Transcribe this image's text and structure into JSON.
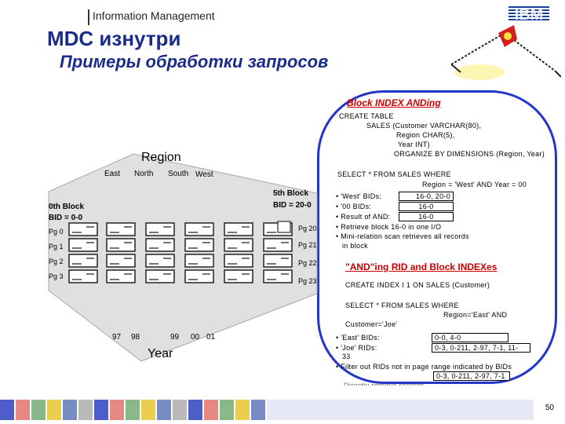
{
  "header": {
    "section_label": "Information Management",
    "logo_text": "IBM",
    "title": "MDC изнутри",
    "subtitle": "Примеры обработки запросов"
  },
  "block_index_anding": {
    "heading": "Block INDEX ANDing",
    "create_table_lines": [
      "CREATE TABLE",
      "SALES (Customer VARCHAR(80),",
      "Region CHAR(5),",
      "Year INT)",
      "ORGANIZE BY DIMENSIONS (Region, Year)"
    ],
    "select_lines": [
      "SELECT * FROM SALES WHERE",
      "Region = 'West' AND Year = 00"
    ],
    "bullets": [
      {
        "label": "• 'West' BIDs:",
        "value": "16-0, 20-0"
      },
      {
        "label": "• '00 BIDs:",
        "value": "16-0"
      },
      {
        "label": "• Result of AND:",
        "value": "16-0"
      }
    ],
    "plain_bullets": [
      "• Retrieve block 16-0 in one I/O",
      "• Mini-relation scan retrieves all records",
      "in block"
    ]
  },
  "rid_anding": {
    "heading": "\"AND\"ing RID and Block INDEXes",
    "create_index": "CREATE INDEX I 1 ON SALES (Customer)",
    "select_lines": [
      "SELECT * FROM SALES WHERE",
      "Region='East' AND",
      "Customer='Joe'"
    ],
    "bullets": [
      {
        "label": "• 'East' BIDs:",
        "value": "0-0, 4-0"
      },
      {
        "label": "• 'Joe' RIDs:",
        "value": "0-3, 0-211, 2-97, 7-1, 11-",
        "cont": "33"
      },
      {
        "label": "• Filter out RIDs not in page range indicated by BIDs",
        "value": "0-3, 0-211, 2-97, 7-1"
      }
    ],
    "cut_line": "Directly retrieve records"
  },
  "cube": {
    "region_label": "Region",
    "region_values": [
      "East",
      "North",
      "South",
      "West"
    ],
    "block0_label": "0th Block",
    "block0_bid": "BID = 0-0",
    "block5_label": "5th Block",
    "block5_bid": "BID = 20-0",
    "pages_left": [
      "Pg 0",
      "Pg 1",
      "Pg 2",
      "Pg 3"
    ],
    "pages_right": [
      "Pg 20",
      "Pg 21",
      "Pg 22",
      "Pg 23"
    ],
    "years": [
      "97",
      "98",
      "99",
      "00",
      "01"
    ],
    "year_label": "Year"
  },
  "footer": {
    "page_number": "50",
    "colors": [
      "#3a4cc4",
      "#d63a2f",
      "#3a8a3a",
      "#e8c93a",
      "#1a3f9a",
      "#8a8a8a"
    ]
  }
}
